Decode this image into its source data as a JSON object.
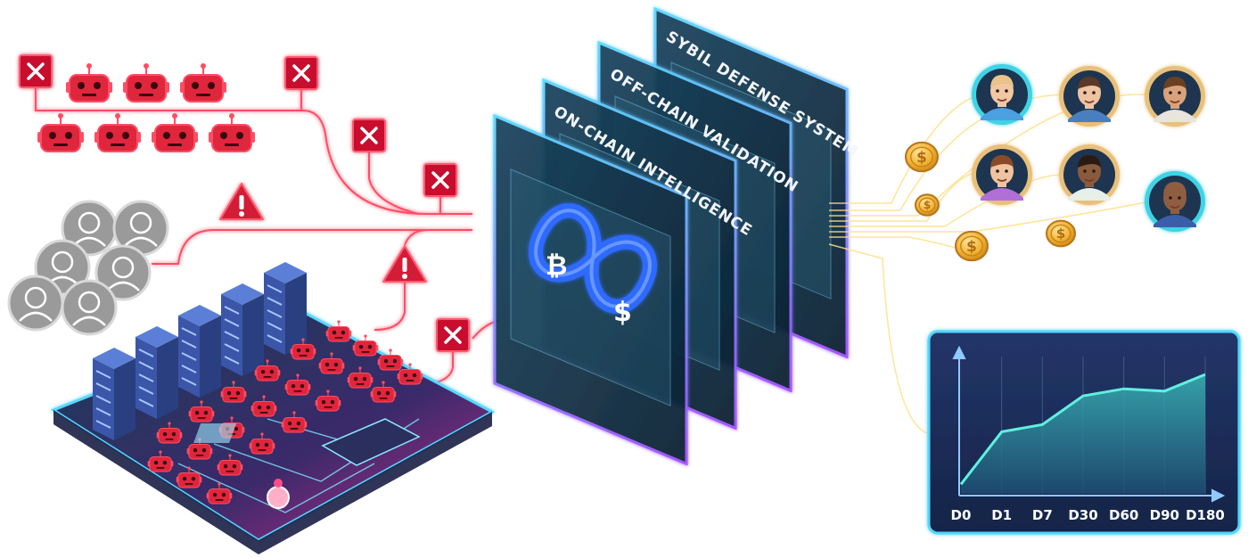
{
  "layers": [
    {
      "label": "ON-CHAIN INTELLIGENCE"
    },
    {
      "label": "OFF-CHAIN VALIDATION"
    },
    {
      "label": "SYBIL DEFENSE SYSTEM"
    }
  ],
  "core_symbols": {
    "btc": "₿",
    "usd": "$"
  },
  "chart_data": {
    "type": "area",
    "title": "",
    "xlabel": "",
    "ylabel": "",
    "categories": [
      "D0",
      "D1",
      "D7",
      "D30",
      "D60",
      "D90",
      "D180"
    ],
    "values": [
      0.08,
      0.52,
      0.58,
      0.82,
      0.88,
      0.86,
      1.0
    ],
    "ylim": [
      0,
      1.15
    ],
    "grid": true,
    "series": [
      {
        "values": [
          0.08,
          0.52,
          0.58,
          0.82,
          0.88,
          0.86,
          1.0
        ]
      }
    ]
  },
  "colors": {
    "threat": "#e0263c",
    "threat_glow": "#ff4d63",
    "panel": "#13344a",
    "accent_blue": "#2f6bff",
    "accent_cyan": "#3fd3e6",
    "gold": "#f2b233",
    "chart_bg": "#1d2f5c",
    "chart_area": "#2fa2a8"
  },
  "icons": {
    "reject": "x-icon",
    "warning": "warning-icon",
    "bot": "robot-icon",
    "coin": "dollar-coin-icon",
    "user": "user-avatar-icon"
  }
}
